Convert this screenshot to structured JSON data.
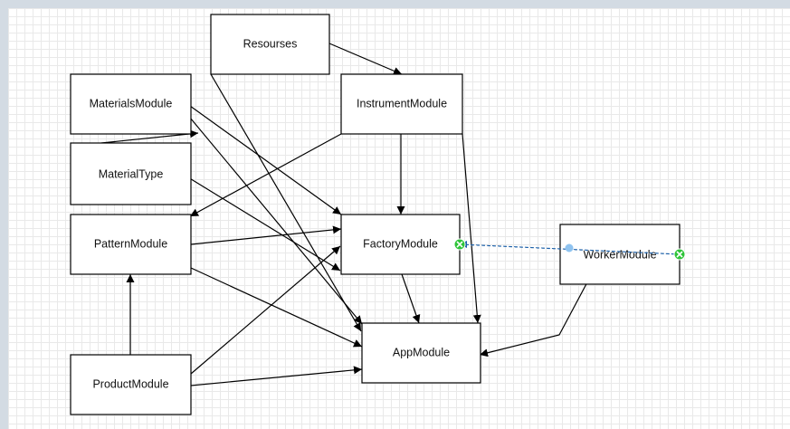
{
  "nodes": {
    "resourses": "Resourses",
    "instrument": "InstrumentModule",
    "materials": "MaterialsModule",
    "material_type": "MaterialType",
    "pattern": "PatternModule",
    "factory": "FactoryModule",
    "worker": "WorkerModule",
    "product": "ProductModule",
    "app": "AppModule"
  },
  "colors": {
    "stroke": "#000000",
    "selected_edge": "#1a5fa8",
    "handle": "#2ec438",
    "waypoint": "#8fc3f0"
  }
}
